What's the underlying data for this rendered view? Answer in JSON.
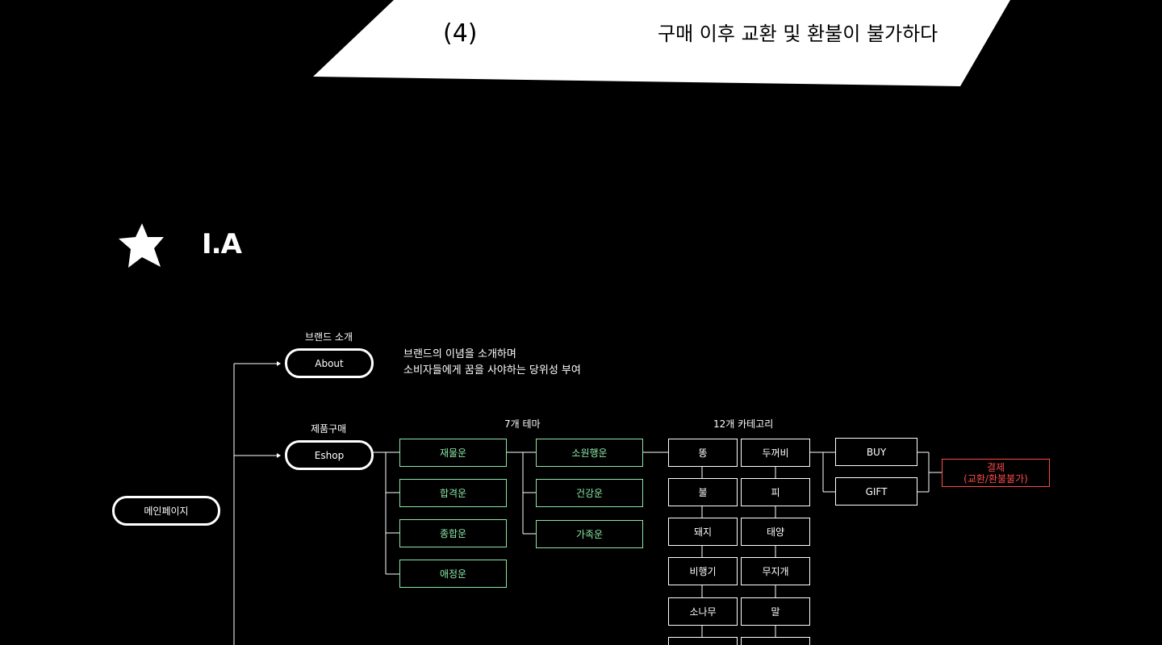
{
  "banner": {
    "number": "(4)",
    "text": "구매 이후 교환 및 환불이 불가하다"
  },
  "section": {
    "icon": "star-burst-icon",
    "title": "I.A"
  },
  "ia": {
    "root": "메인페이지",
    "about": {
      "caption": "브랜드 소개",
      "label": "About",
      "description_line1": "브랜드의 이념을 소개하며",
      "description_line2": "소비자들에게 꿈을 사야하는 당위성 부여"
    },
    "eshop": {
      "caption": "제품구매",
      "label": "Eshop"
    },
    "themes_caption": "7개 테마",
    "themes_col1": [
      "재물운",
      "합격운",
      "종합운",
      "애정운"
    ],
    "themes_col2": [
      "소원행운",
      "건강운",
      "가족운"
    ],
    "categories_caption": "12개 카테고리",
    "categories_col1": [
      "똥",
      "불",
      "돼지",
      "비행기",
      "소나무",
      ""
    ],
    "categories_col2": [
      "두꺼비",
      "피",
      "태양",
      "무지개",
      "말",
      ""
    ],
    "actions": [
      "BUY",
      "GIFT"
    ],
    "payment_line1": "결제",
    "payment_line2": "(교환/환불불가)"
  },
  "colors": {
    "background": "#000000",
    "foreground": "#ffffff",
    "theme_green": "#8ce8a6",
    "payment_red": "#ff4a4a"
  }
}
